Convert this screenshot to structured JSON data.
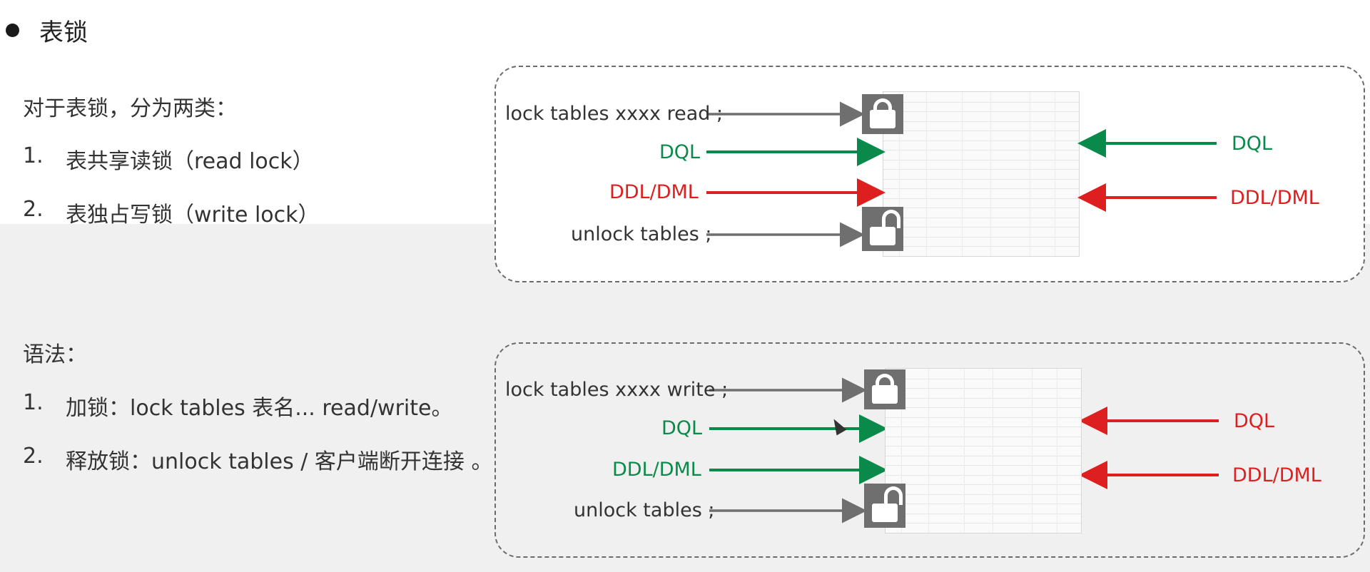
{
  "heading": {
    "title": "表锁"
  },
  "section_types": {
    "intro": "对于表锁，分为两类：",
    "items": [
      {
        "num": "1.",
        "text": "表共享读锁（read lock）"
      },
      {
        "num": "2.",
        "text": "表独占写锁（write lock）"
      }
    ]
  },
  "section_syntax": {
    "intro": "语法：",
    "items": [
      {
        "num": "1.",
        "text": "加锁：lock tables  表名...  read/write。"
      },
      {
        "num": "2.",
        "text": "释放锁：unlock  tables / 客户端断开连接 。"
      }
    ]
  },
  "colors": {
    "green": "#0a8a4a",
    "red": "#dd1f1f",
    "gray": "#6f6f6f"
  },
  "diagram_read": {
    "lock_cmd": "lock tables xxxx read ;",
    "dql_left": "DQL",
    "ddl_left": "DDL/DML",
    "unlock_cmd": "unlock tables ;",
    "dql_right": "DQL",
    "ddl_right": "DDL/DML"
  },
  "diagram_write": {
    "lock_cmd": "lock tables xxxx write ;",
    "dql_left": "DQL",
    "ddl_left": "DDL/DML",
    "unlock_cmd": "unlock tables ;",
    "dql_right": "DQL",
    "ddl_right": "DDL/DML"
  }
}
